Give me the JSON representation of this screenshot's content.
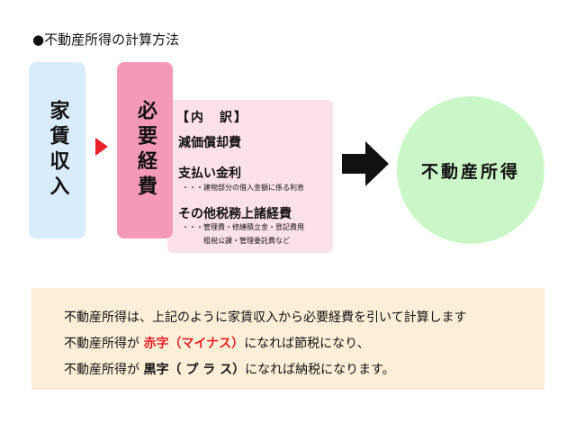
{
  "title": "●不動産所得の計算方法",
  "income_box": {
    "label": "家賃収入"
  },
  "expense_box": {
    "label": "必要経費"
  },
  "breakdown": {
    "heading": "【内　訳】",
    "item1": "減価償却費",
    "item2": "支払い金利",
    "item2_note": "・・・建物部分の借入金額に係る利息",
    "item3": "その他税務上諸経費",
    "item3_note1": "・・・管理費・修繕積立金・登記費用",
    "item3_note2": "租税公課・管理委託費など"
  },
  "result": {
    "label": "不動産所得"
  },
  "explanation": {
    "line1": "不動産所得は、上記のように家賃収入から必要経費を引いて計算します",
    "line2_pre": "不動産所得が",
    "line2_em": "赤字（マイナス）",
    "line2_post": "になれば節税になり、",
    "line3_pre": "不動産所得が",
    "line3_em": "黒字（ プ ラ ス）",
    "line3_post": "になれば納税になります。"
  },
  "colors": {
    "income_box": "#d9ecfb",
    "expense_box": "#f49ab8",
    "breakdown_box": "#fde1ea",
    "result_circle": "#cbf7c8",
    "note_box": "#fcefd8",
    "accent_red": "#e8202a",
    "arrow_black": "#111111"
  },
  "icons": {
    "small_arrow": "red-triangle-arrow-icon",
    "big_arrow": "black-right-arrow-icon"
  }
}
